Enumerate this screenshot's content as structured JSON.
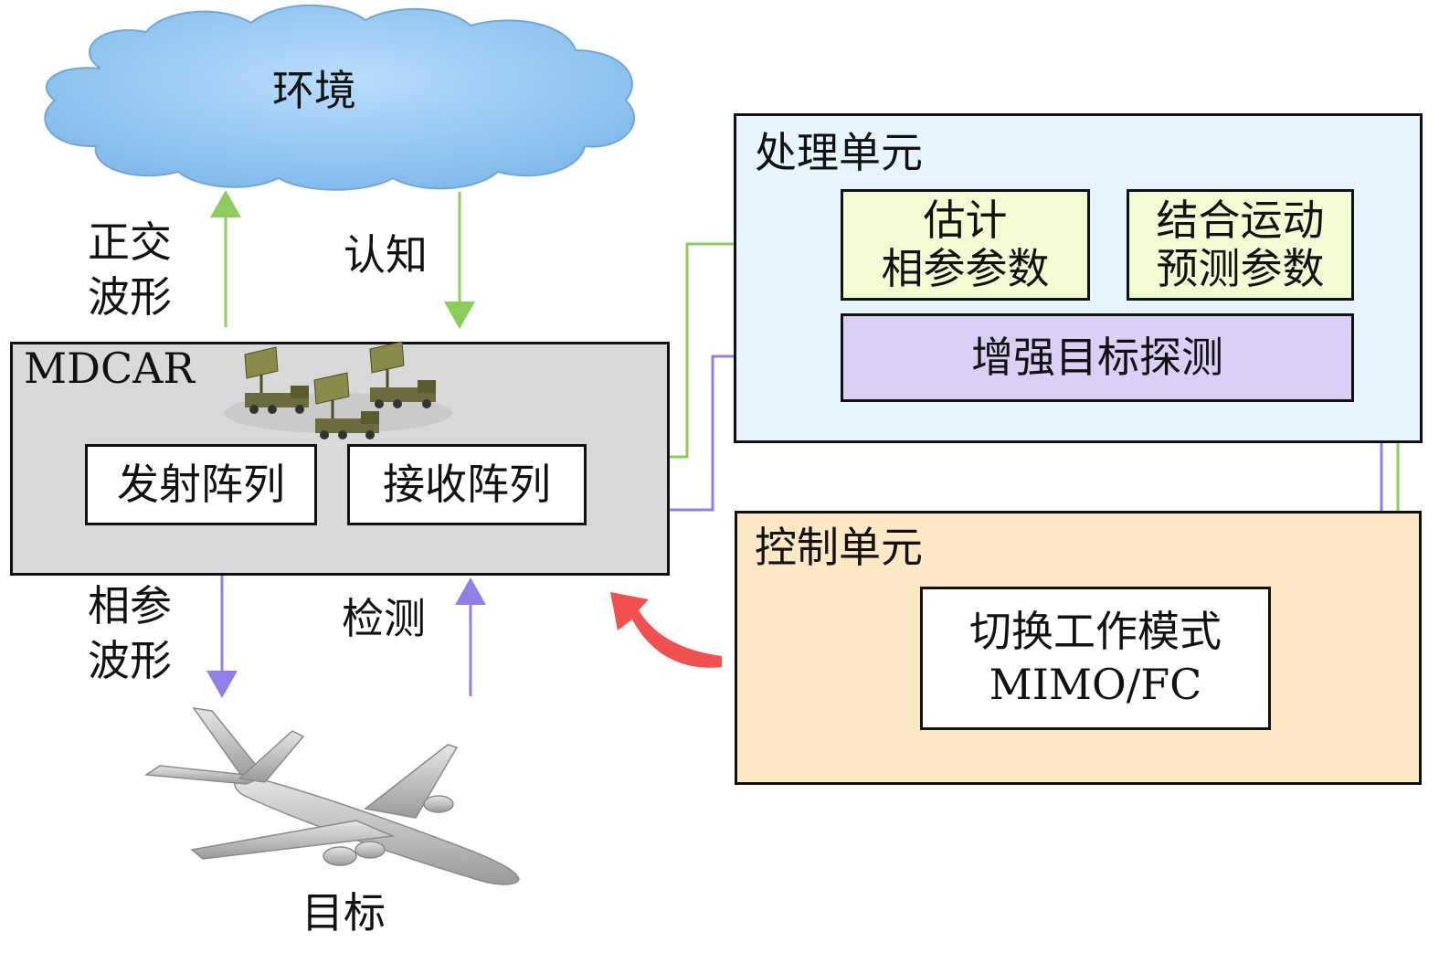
{
  "cloud": {
    "label": "环境"
  },
  "target": {
    "label": "目标"
  },
  "left_arrows": {
    "orthogonal_waveform": "正交\n波形",
    "cognition": "认知",
    "coherent_waveform": "相参\n波形",
    "detection": "检测"
  },
  "radar": {
    "title": "MDCAR",
    "transmit_array": "发射阵列",
    "receive_array": "接收阵列"
  },
  "processing_unit": {
    "title": "处理单元",
    "estimate_params": "估计\n相参参数",
    "predict_params": "结合运动\n预测参数",
    "enhance_detection": "增强目标探测"
  },
  "control_unit": {
    "title": "控制单元",
    "switch_mode": "切换工作模式\nMIMO/FC"
  },
  "colors": {
    "green_arrow": "#8ccc5a",
    "purple_arrow": "#8f80e6",
    "red_arrow": "#f05050",
    "radar_box_fill": "#d9d9d9",
    "processing_fill": "#e6f4fd",
    "control_fill": "#fde8c5",
    "estimate_fill": "#f2fbd2",
    "enhance_fill": "#d9cff7",
    "cloud_fill": "#9dcdf5"
  },
  "icons": {
    "cloud": "cloud-icon",
    "radar_vehicles": "radar-vehicle-icon",
    "airplane": "airplane-icon"
  }
}
